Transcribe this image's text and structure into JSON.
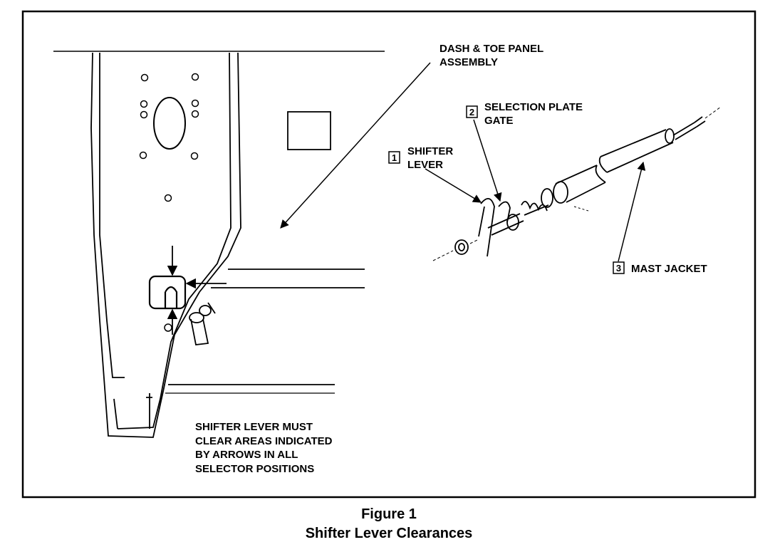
{
  "figure": {
    "number_label": "Figure 1",
    "title": "Shifter Lever Clearances"
  },
  "labels": {
    "dash_panel_line1": "DASH & TOE PANEL",
    "dash_panel_line2": "ASSEMBLY",
    "selection_plate_line1": "SELECTION PLATE",
    "selection_plate_line2": "GATE",
    "shifter_lever_line1": "SHIFTER",
    "shifter_lever_line2": "LEVER",
    "mast_jacket": "MAST JACKET"
  },
  "callouts": {
    "shifter_lever": "1",
    "selection_plate": "2",
    "mast_jacket": "3"
  },
  "note": {
    "line1": "SHIFTER LEVER MUST",
    "line2": "CLEAR AREAS INDICATED",
    "line3": "BY ARROWS IN ALL",
    "line4": "SELECTOR POSITIONS"
  }
}
